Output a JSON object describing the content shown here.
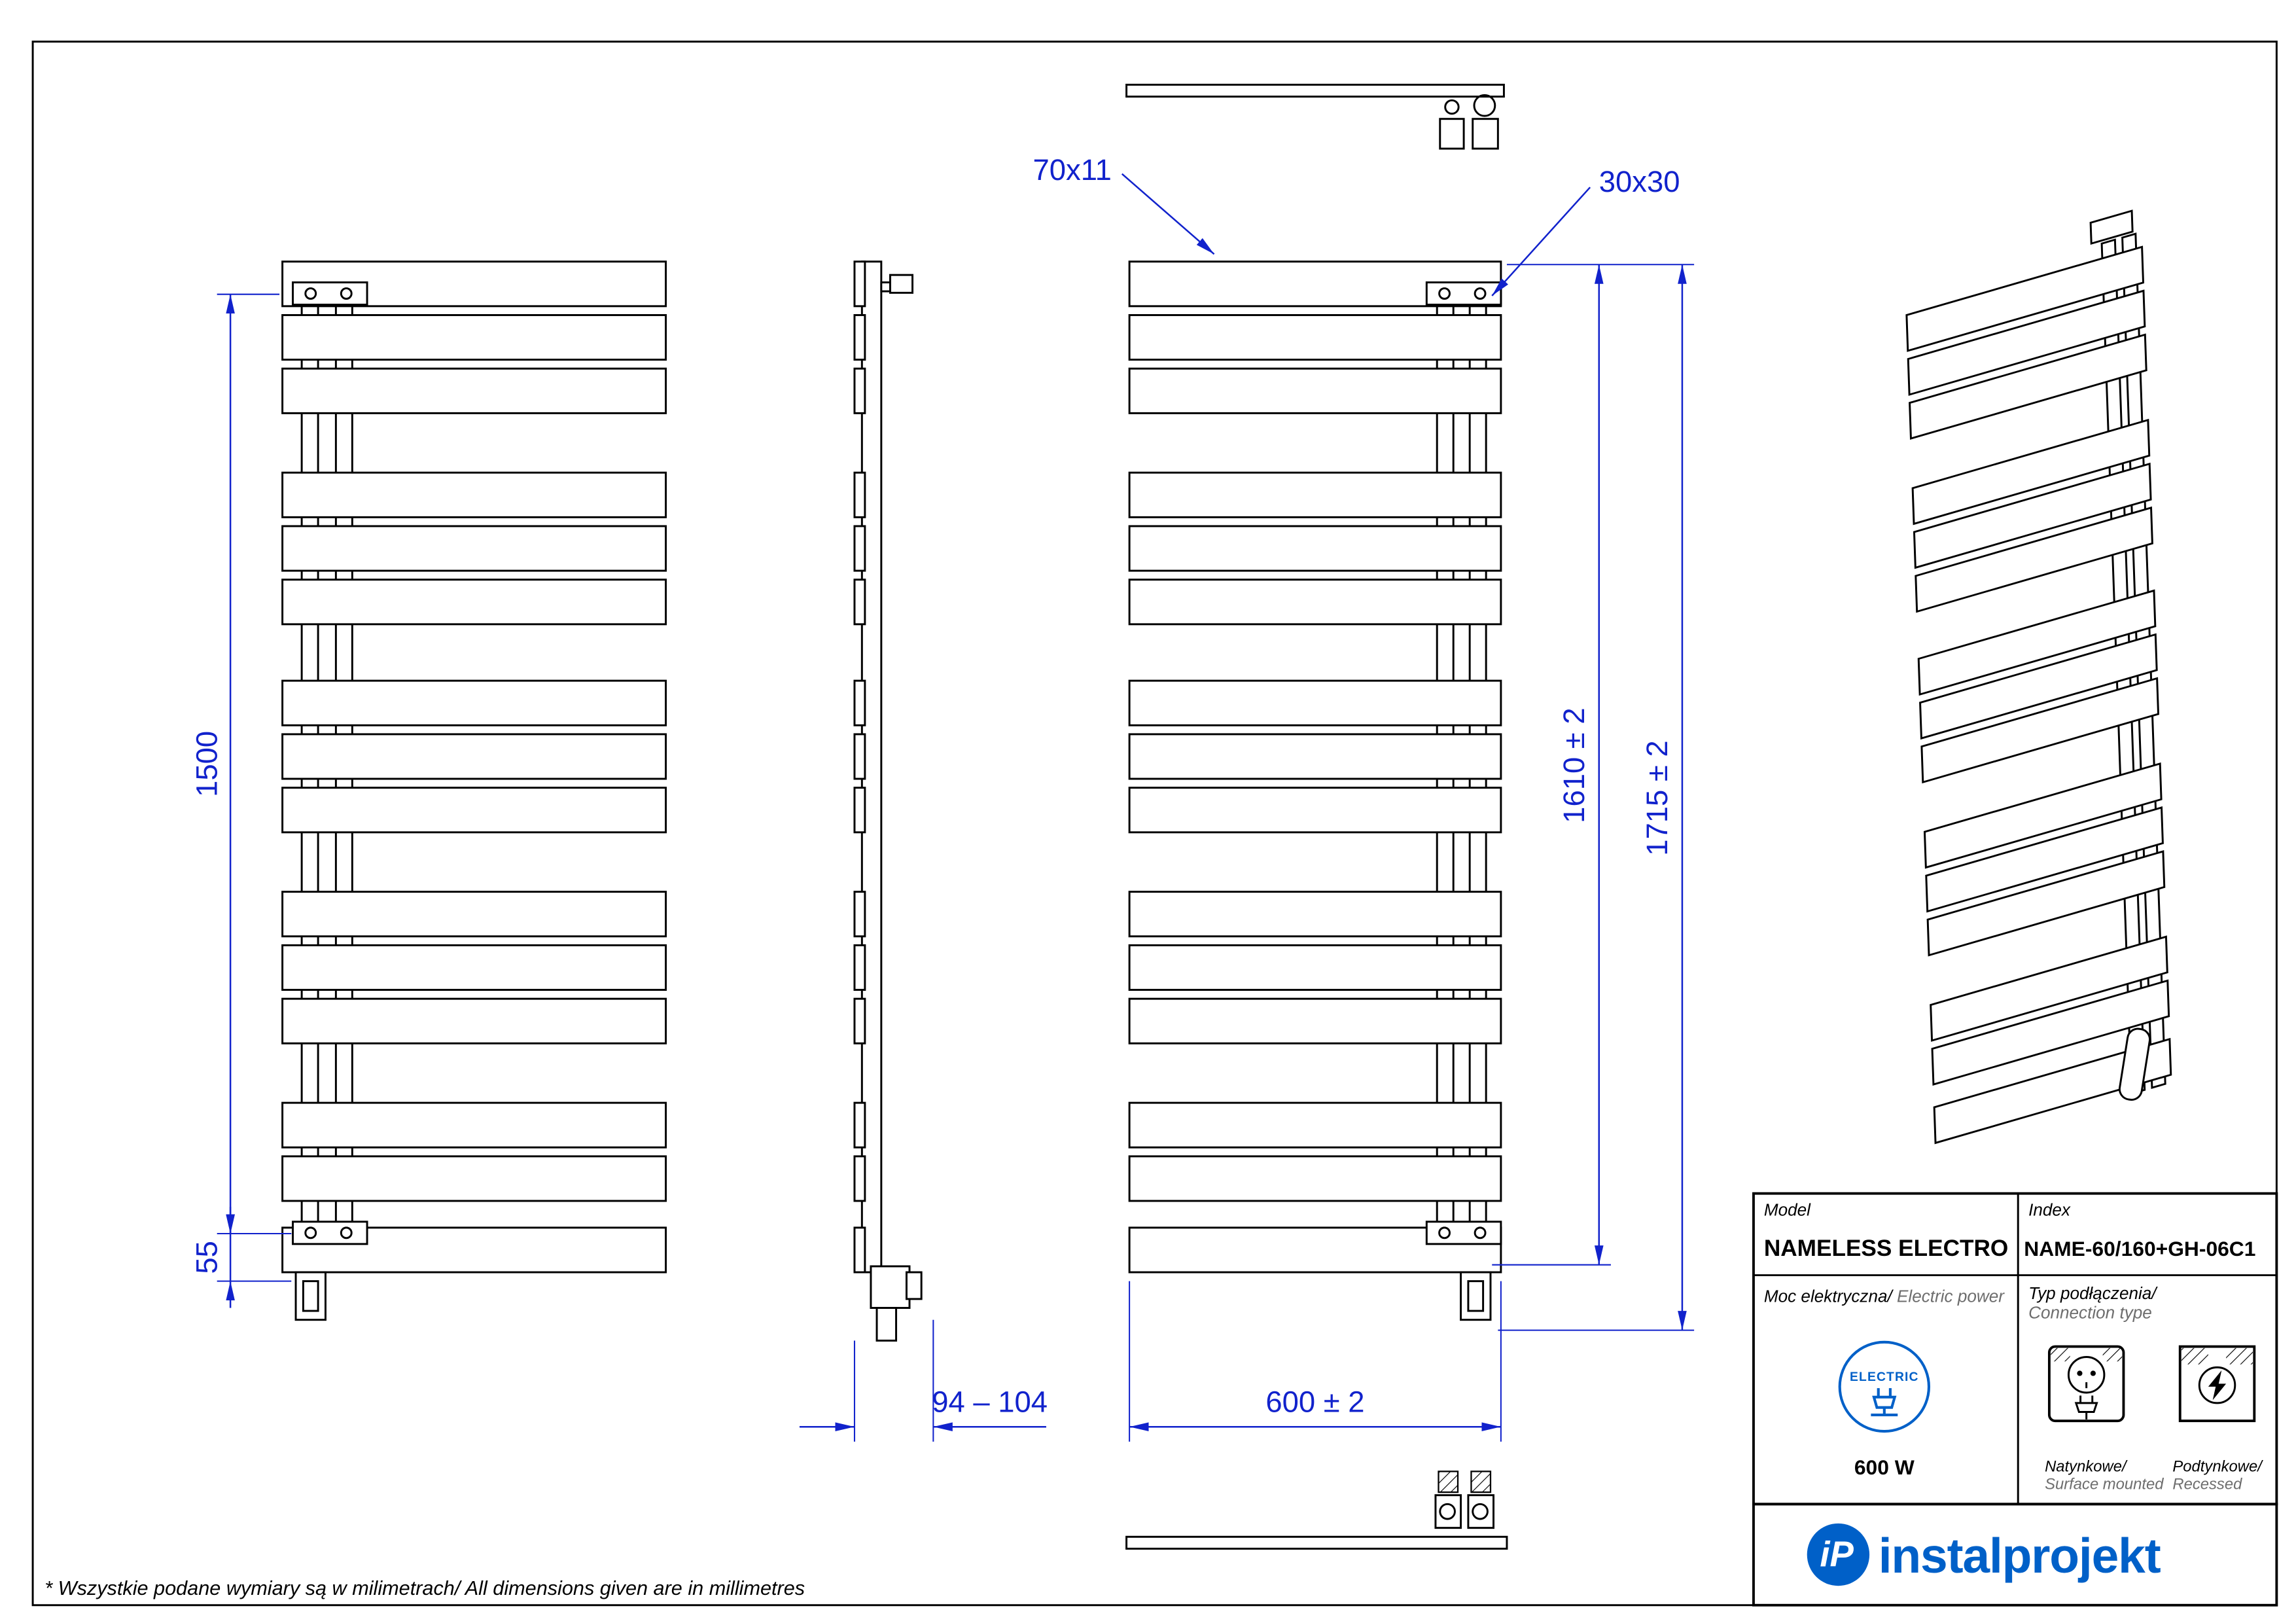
{
  "colors": {
    "dimension_blue": "#1122cc",
    "logo_blue": "#0060c8",
    "line_black": "#000000",
    "muted_gray": "#6d6d6d"
  },
  "dimensions": {
    "height_1500": "1500",
    "bottom_offset_55": "55",
    "panel_profile": "70x11",
    "collector_profile": "30x30",
    "axial_height": "1610 ± 2",
    "total_height": "1715 ± 2",
    "width": "600 ± 2",
    "depth_range": "94 – 104"
  },
  "title_block": {
    "model_label": "Model",
    "model_value": "NAMELESS ELECTRO",
    "index_label": "Index",
    "index_value": "NAME-60/160+GH-06C1",
    "power_label_pl": "Moc elektryczna/",
    "power_label_en": " Electric power",
    "electric_icon_text": "ELECTRIC",
    "power_value": "600 W",
    "connection_label_pl": "Typ podłączenia/",
    "connection_label_en": "Connection type",
    "surface_pl": "Natynkowe/",
    "surface_en": "Surface mounted",
    "recessed_pl": "Podtynkowe/",
    "recessed_en": "Recessed"
  },
  "logo": {
    "mark": "iP",
    "text": "instalprojekt"
  },
  "footer": {
    "note_pl": "* Wszystkie podane wymiary są w milimetrach/",
    "note_en": " All dimensions given are in millimetres"
  }
}
